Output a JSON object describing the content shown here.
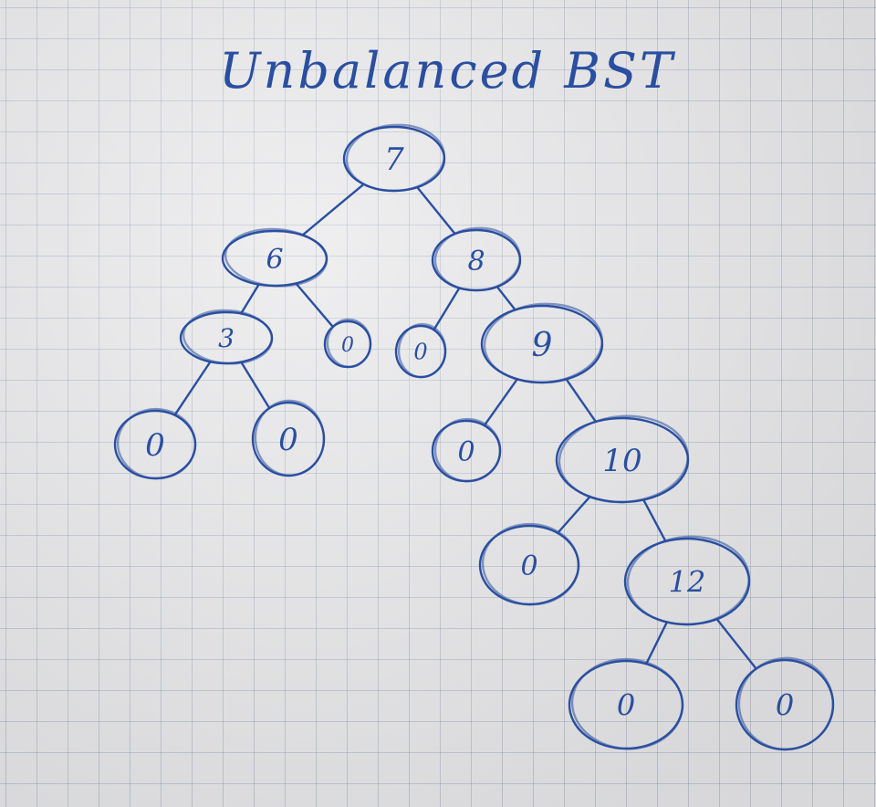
{
  "title": "Unbalanced BST",
  "ink_color": "#2a4fa0",
  "tree": {
    "nodes": [
      {
        "id": "n7",
        "label": "7"
      },
      {
        "id": "n6",
        "label": "6"
      },
      {
        "id": "n8",
        "label": "8"
      },
      {
        "id": "n3",
        "label": "3"
      },
      {
        "id": "n6r",
        "label": "0"
      },
      {
        "id": "n8l",
        "label": "0"
      },
      {
        "id": "n9",
        "label": "9"
      },
      {
        "id": "n3l",
        "label": "0"
      },
      {
        "id": "n3r",
        "label": "0"
      },
      {
        "id": "n9l",
        "label": "0"
      },
      {
        "id": "n10",
        "label": "10"
      },
      {
        "id": "n10l",
        "label": "0"
      },
      {
        "id": "n12",
        "label": "12"
      },
      {
        "id": "n12l",
        "label": "0"
      },
      {
        "id": "n12r",
        "label": "0"
      }
    ],
    "edges": [
      [
        "n7",
        "n6"
      ],
      [
        "n7",
        "n8"
      ],
      [
        "n6",
        "n3"
      ],
      [
        "n6",
        "n6r"
      ],
      [
        "n8",
        "n8l"
      ],
      [
        "n8",
        "n9"
      ],
      [
        "n3",
        "n3l"
      ],
      [
        "n3",
        "n3r"
      ],
      [
        "n9",
        "n9l"
      ],
      [
        "n9",
        "n10"
      ],
      [
        "n10",
        "n10l"
      ],
      [
        "n10",
        "n12"
      ],
      [
        "n12",
        "n12l"
      ],
      [
        "n12",
        "n12r"
      ]
    ]
  }
}
